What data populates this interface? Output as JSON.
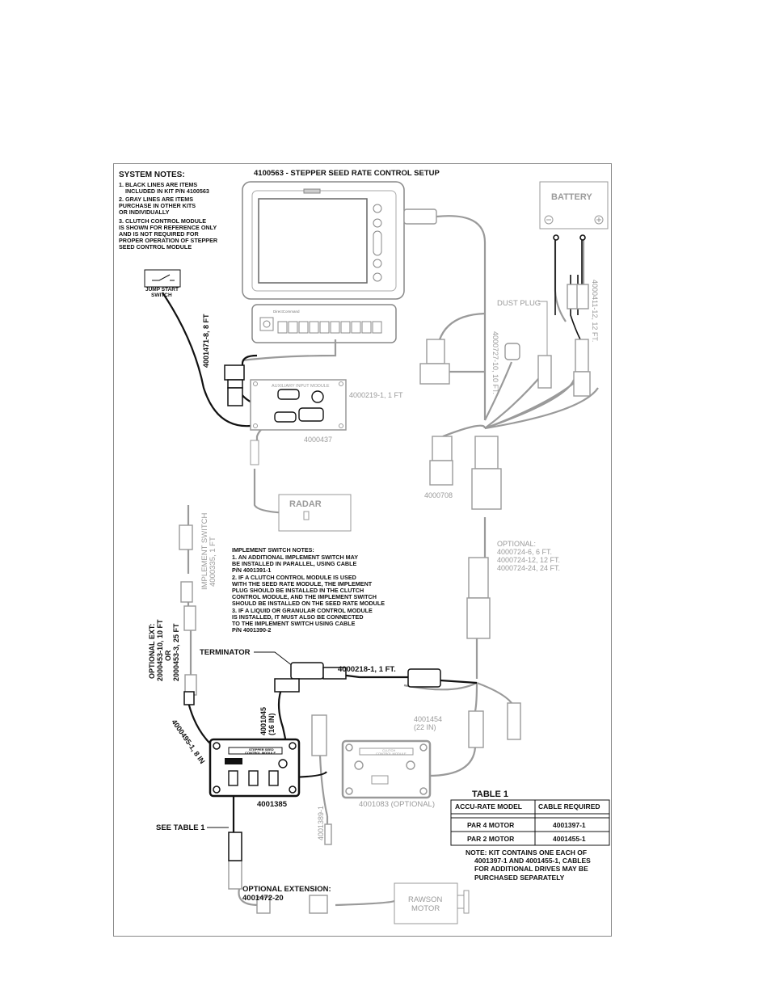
{
  "title": "4100563 - STEPPER SEED RATE CONTROL SETUP",
  "system_notes": {
    "heading": "SYSTEM NOTES:",
    "lines": [
      "1. BLACK LINES ARE ITEMS",
      "    INCLUDED IN KIT P/N 4100563",
      "2. GRAY LINES ARE ITEMS",
      "    PURCHASE IN OTHER KITS",
      "    OR INDIVIDUALLY",
      "3. CLUTCH CONTROL MODULE",
      "    IS SHOWN FOR REFERENCE ONLY",
      "    AND IS NOT REQUIRED FOR",
      "    PROPER OPERATION OF STEPPER",
      "    SEED CONTROL MODULE"
    ]
  },
  "implement_notes": {
    "heading": "IMPLEMENT SWITCH NOTES:",
    "lines": [
      "1. AN ADDITIONAL IMPLEMENT SWITCH MAY",
      "    BE INSTALLED IN PARALLEL, USING CABLE",
      "    P/N 4001391-1",
      "2. IF A CLUTCH CONTROL MODULE IS USED",
      "    WITH THE SEED RATE MODULE, THE IMPLEMENT",
      "    PLUG SHOULD BE INSTALLED IN THE CLUTCH",
      "    CONTROL MODULE, AND THE IMPLEMENT SWITCH",
      "    SHOULD BE INSTALLED ON THE SEED RATE MODULE",
      "3. IF A LIQUID OR GRANULAR CONTROL MODULE",
      "    IS INSTALLED, IT MUST ALSO BE CONNECTED",
      "    TO THE IMPLEMENT SWITCH USING CABLE",
      "    P/N 4001390-2"
    ]
  },
  "labels": {
    "battery": "BATTERY",
    "dust_plug": "DUST PLUG",
    "jump_start": [
      "JUMP START",
      "SWITCH"
    ],
    "cable_4001471": "4001471-8, 8 FT",
    "cable_4000219": "4000219-1, 1 FT",
    "aux_module": "4000437",
    "aux_module_title": "AUXILIARY INPUT MODULE",
    "radar": "RADAR",
    "cable_4000727": "4000727-10, 10 FT.",
    "cable_4000411": "4000411-12, 12 FT.",
    "part_4000708": "4000708",
    "optional_4000724": [
      "OPTIONAL:",
      "4000724-6, 6 FT.",
      "4000724-12, 12 FT.",
      "4000724-24, 24 FT."
    ],
    "implement_switch": [
      "IMPLEMENT SWITCH",
      "4000335, 1 FT"
    ],
    "optional_ext": [
      "OPTIONAL EXT:",
      "2000453-10, 10 FT",
      "OR",
      "2000453-3, 25 FT"
    ],
    "terminator": "TERMINATOR",
    "cable_4000218": "4000218-1, 1 FT.",
    "cable_4001045": [
      "4001045",
      "(16 IN)"
    ],
    "cable_4001454": [
      "4001454",
      "(22 IN)"
    ],
    "cable_4000495": "4000495-1, 8 IN",
    "module_4001385": "4001385",
    "stepper_module_title": [
      "STEPPER SEED",
      "CONTROL MODULE"
    ],
    "clutch_module_title": [
      "CLUTCH",
      "CONTROL MODULE"
    ],
    "module_4001083": "4001083 (OPTIONAL)",
    "cable_4001389": "4001389-1",
    "see_table": "SEE TABLE 1",
    "optional_extension": [
      "OPTIONAL EXTENSION:",
      "4001472-20"
    ],
    "rawson_motor": [
      "RAWSON",
      "MOTOR"
    ],
    "direct_command": "DirectCommand"
  },
  "table": {
    "title": "TABLE 1",
    "headers": [
      "ACCU-RATE MODEL",
      "CABLE REQUIRED"
    ],
    "rows": [
      [
        "PAR 4 MOTOR",
        "4001397-1"
      ],
      [
        "PAR 2 MOTOR",
        "4001455-1"
      ]
    ],
    "note": [
      "NOTE: KIT CONTAINS ONE EACH OF",
      "4001397-1 AND 4001455-1, CABLES",
      "FOR ADDITIONAL DRIVES MAY BE",
      "PURCHASED SEPARATELY"
    ]
  },
  "colors": {
    "black_line": "#111111",
    "gray_line": "#9a9a9a"
  }
}
